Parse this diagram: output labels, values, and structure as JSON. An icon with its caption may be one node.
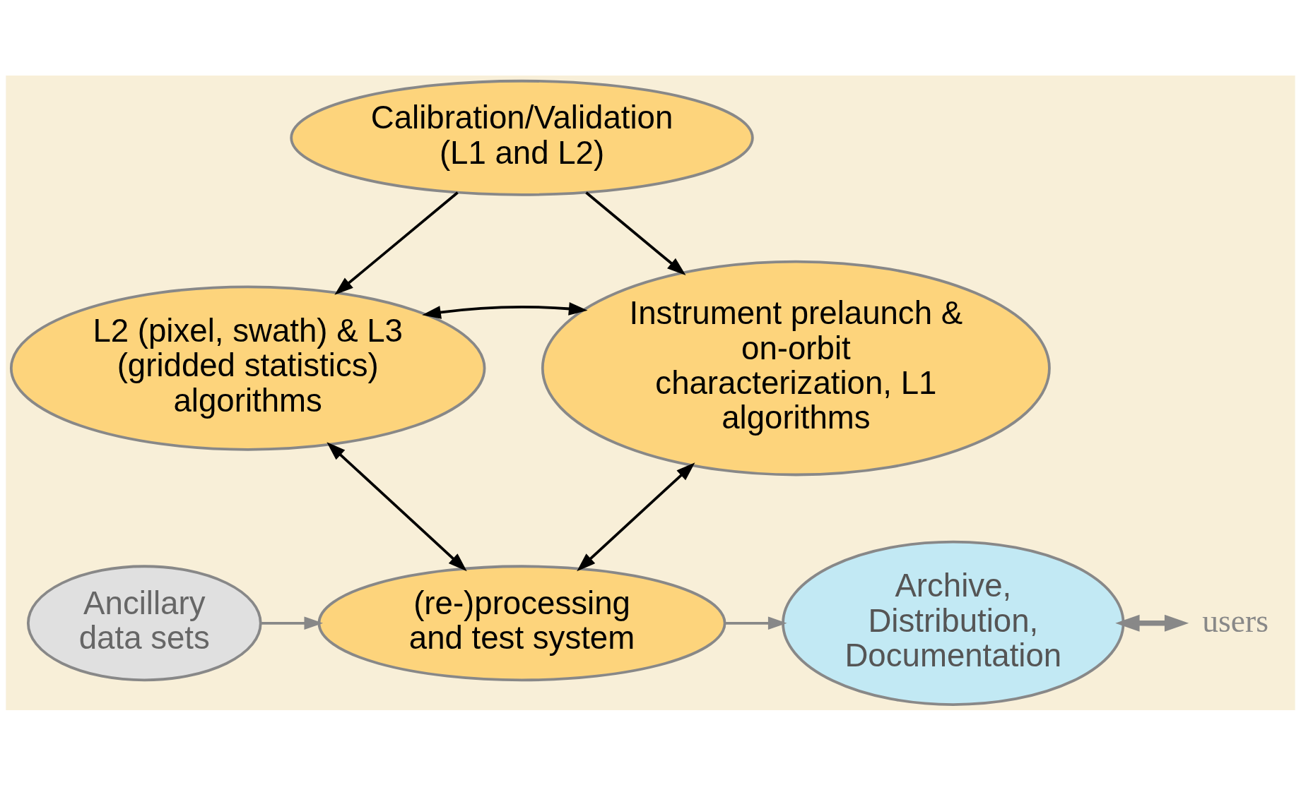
{
  "diagram": {
    "nodes": [
      {
        "text": [
          "Calibration/Validation (L1 and L2)"
        ]
      },
      {
        "text": [
          "L2 (pixel, swath) & L3 (gridded statistics) algorithms"
        ]
      },
      {
        "text": [
          "Instrument prelaunch & on-orbit characterization, L1 algorithms"
        ]
      },
      {
        "text": [
          "Ancillary data sets"
        ]
      },
      {
        "text": [
          "(re-)processing and test system"
        ]
      },
      {
        "text": [
          "Archive, Distribution, Documentation"
        ]
      },
      {
        "text": [
          "users"
        ]
      }
    ],
    "edges": [
      {
        "from": 0,
        "to": 1,
        "arrow": "to"
      },
      {
        "from": 0,
        "to": 2,
        "arrow": "to"
      },
      {
        "from": 1,
        "to": 2,
        "arrow": "both"
      },
      {
        "from": 1,
        "to": 4,
        "arrow": "both"
      },
      {
        "from": 2,
        "to": 4,
        "arrow": "both"
      },
      {
        "from": 3,
        "to": 4,
        "arrow": "to",
        "color": "#888888"
      },
      {
        "from": 4,
        "to": 5,
        "arrow": "to",
        "color": "#888888"
      },
      {
        "from": 5,
        "to": 6,
        "arrow": "both",
        "color": "#888888",
        "style": "thick"
      }
    ]
  }
}
